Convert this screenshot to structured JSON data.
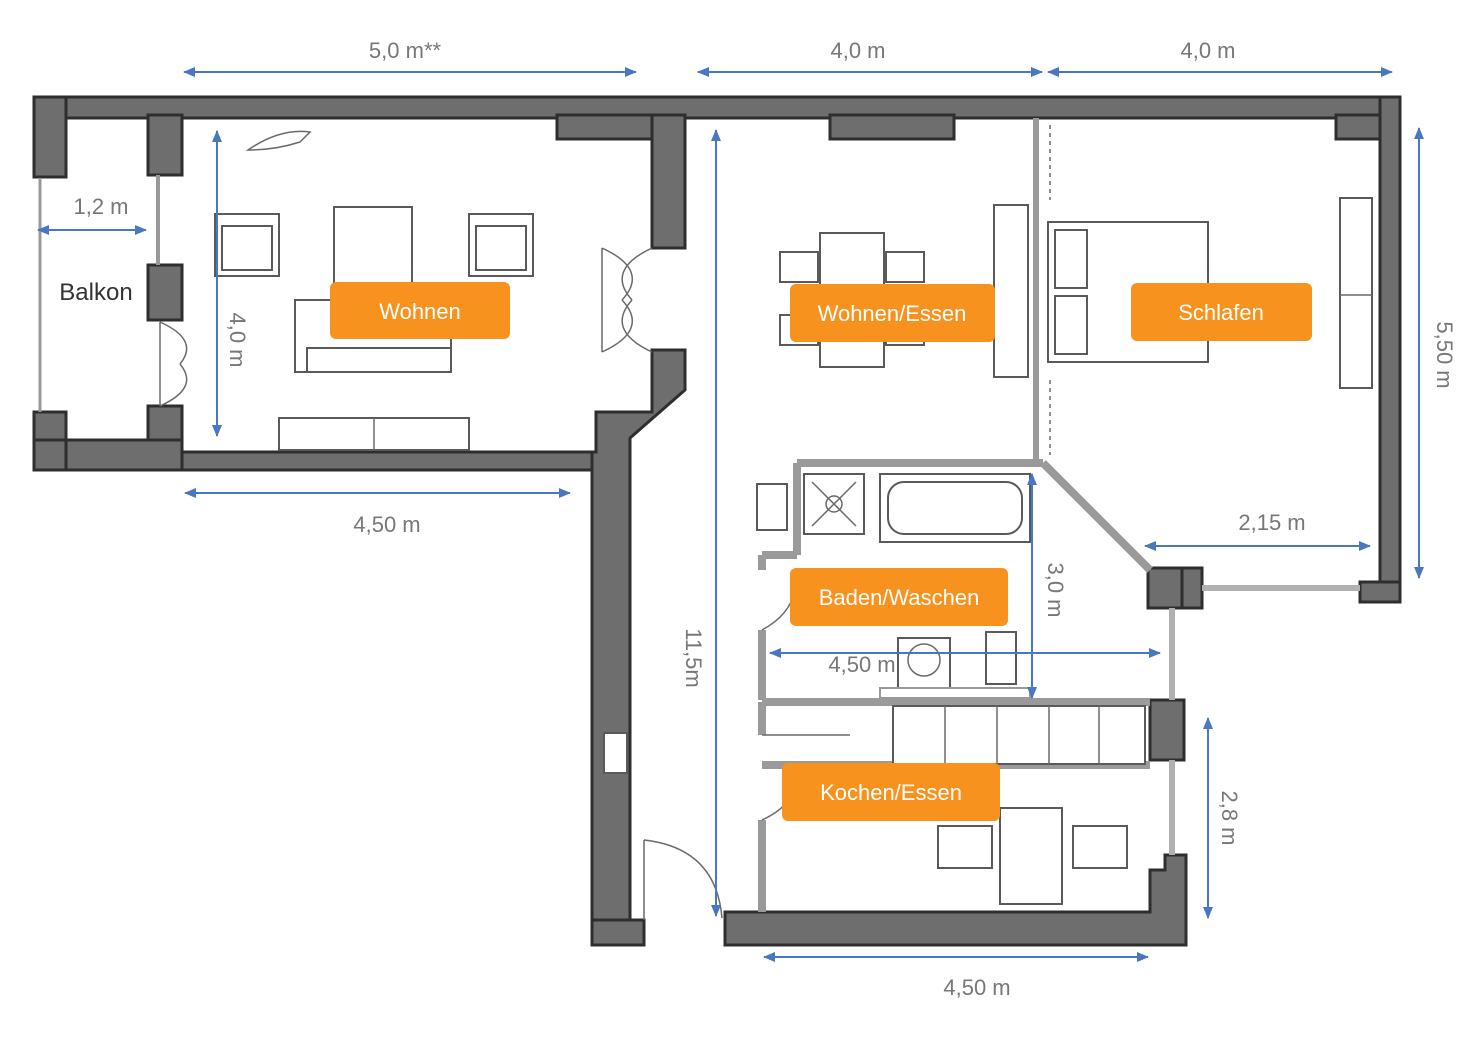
{
  "plan": {
    "dimensions": {
      "top_living": "5,0 m**",
      "top_dining": "4,0 m",
      "top_bedroom": "4,0 m",
      "balkon_width": "1,2 m",
      "living_depth": "4,0 m",
      "living_width": "4,50 m",
      "total_length": "11,5m",
      "bedroom_height": "5,50 m",
      "bedroom_width": "2,15 m",
      "bath_height": "3,0 m",
      "bath_width": "4,50 m",
      "kitchen_height": "2,8 m",
      "kitchen_width": "4,50 m"
    },
    "labels": {
      "balkon": "Balkon"
    },
    "rooms": {
      "wohnen": "Wohnen",
      "wohnen_essen": "Wohnen/Essen",
      "schlafen": "Schlafen",
      "baden_waschen": "Baden/Waschen",
      "kochen_essen": "Kochen/Essen"
    },
    "colors": {
      "room_label_bg": "#F7921E",
      "dimension_arrow": "#4A78C0",
      "wall": "#6E6E6E"
    }
  }
}
